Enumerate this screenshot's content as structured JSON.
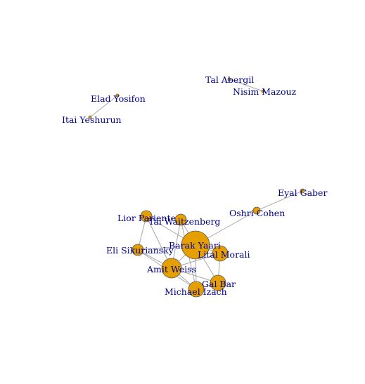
{
  "graph": {
    "node_color": "#e69f00",
    "label_color": "#00008b",
    "edge_color": "#a8a8a8",
    "nodes": [
      {
        "id": "elad",
        "label": "Elad Yosifon"
      },
      {
        "id": "itai",
        "label": "Itai Yeshurun"
      },
      {
        "id": "tal",
        "label": "Tal Abergil"
      },
      {
        "id": "nisim",
        "label": "Nisim Mazouz"
      },
      {
        "id": "eyal",
        "label": "Eyal Gaber"
      },
      {
        "id": "oshri",
        "label": "Oshri Cohen"
      },
      {
        "id": "lior",
        "label": "Lior Pariente"
      },
      {
        "id": "taiw",
        "label": "Tai Waitzenberg"
      },
      {
        "id": "barak",
        "label": "Barak Yaari"
      },
      {
        "id": "lital",
        "label": "Lital Morali"
      },
      {
        "id": "eli",
        "label": "Eli Sikuriansky"
      },
      {
        "id": "amit",
        "label": "Amit Weiss"
      },
      {
        "id": "gal",
        "label": "Gal Bar"
      },
      {
        "id": "michael",
        "label": "Michael Izach"
      }
    ],
    "edges": [
      [
        "elad",
        "itai"
      ],
      [
        "tal",
        "nisim"
      ],
      [
        "eyal",
        "oshri"
      ],
      [
        "oshri",
        "barak"
      ],
      [
        "lior",
        "eli"
      ],
      [
        "lior",
        "barak"
      ],
      [
        "lior",
        "amit"
      ],
      [
        "taiw",
        "barak"
      ],
      [
        "taiw",
        "amit"
      ],
      [
        "taiw",
        "michael"
      ],
      [
        "barak",
        "lital"
      ],
      [
        "barak",
        "eli"
      ],
      [
        "barak",
        "amit"
      ],
      [
        "barak",
        "gal"
      ],
      [
        "barak",
        "michael"
      ],
      [
        "lital",
        "amit"
      ],
      [
        "lital",
        "gal"
      ],
      [
        "eli",
        "amit"
      ],
      [
        "eli",
        "michael"
      ],
      [
        "amit",
        "gal"
      ],
      [
        "amit",
        "michael"
      ],
      [
        "gal",
        "michael"
      ]
    ]
  }
}
